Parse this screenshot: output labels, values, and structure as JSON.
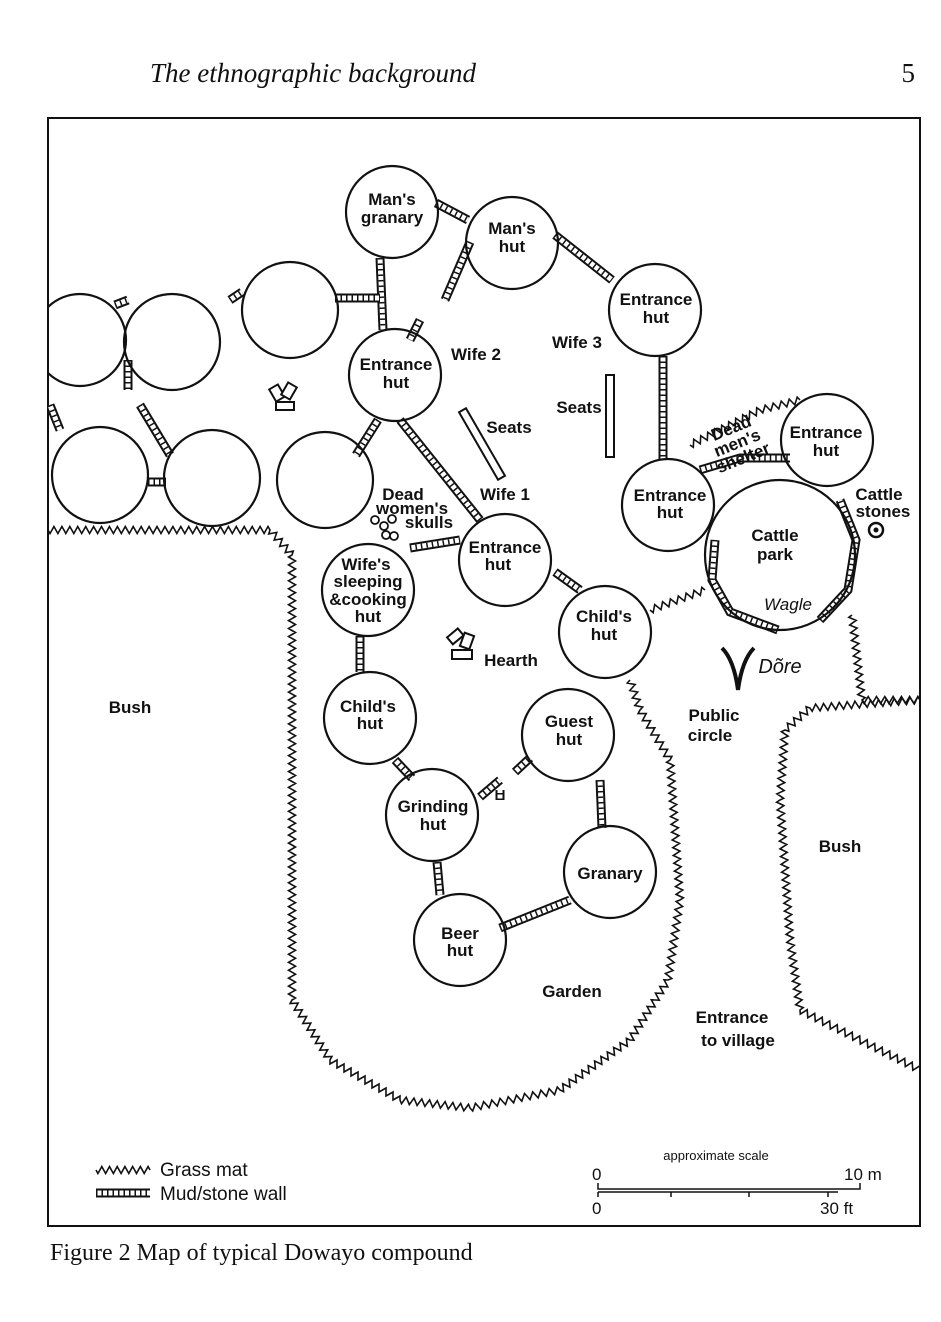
{
  "header": {
    "running_title": "The ethnographic background",
    "page_number": "5"
  },
  "caption": "Figure 2  Map of typical Dowayo compound",
  "map": {
    "labels": {
      "mans_granary": [
        "Man's",
        "granary"
      ],
      "mans_hut": [
        "Man's",
        "hut"
      ],
      "entrance_hut_top": [
        "Entrance",
        "hut"
      ],
      "entrance_hut_wife2": [
        "Entrance",
        "hut"
      ],
      "wife2": "Wife 2",
      "wife3": "Wife 3",
      "seats_left": "Seats",
      "seats_right": "Seats",
      "dead_mens_shelter": [
        "Dead",
        "men's",
        "shelter"
      ],
      "entrance_hut_right": [
        "Entrance",
        "hut"
      ],
      "entrance_hut_cattle": [
        "Entrance",
        "hut"
      ],
      "cattle_stones": [
        "Cattle",
        "stones"
      ],
      "cattle_park": [
        "Cattle",
        "park"
      ],
      "wagle": "Wagle",
      "dore": "Dõre",
      "dead_womens_skulls": [
        "Dead",
        "women's",
        "skulls"
      ],
      "wife1": "Wife 1",
      "entrance_hut_wife1": [
        "Entrance",
        "hut"
      ],
      "wifes_sleeping": [
        "Wife's",
        "sleeping",
        "&cooking",
        "hut"
      ],
      "childs_hut_right": [
        "Child's",
        "hut"
      ],
      "hearth": "Hearth",
      "childs_hut_left": [
        "Child's",
        "hut"
      ],
      "guest_hut": [
        "Guest",
        "hut"
      ],
      "public_circle": [
        "Public",
        "circle"
      ],
      "grinding_hut": [
        "Grinding",
        "hut"
      ],
      "granary": "Granary",
      "beer_hut": [
        "Beer",
        "hut"
      ],
      "garden": "Garden",
      "bush_left": "Bush",
      "bush_right": "Bush",
      "entrance_to_village": [
        "Entrance",
        "to village"
      ]
    },
    "legend": {
      "grass_mat": "Grass mat",
      "wall": "Mud/stone wall"
    },
    "scale": {
      "title": "approximate scale",
      "m_start": "0",
      "m_end": "10 m",
      "ft_start": "0",
      "ft_end": "30 ft"
    }
  }
}
